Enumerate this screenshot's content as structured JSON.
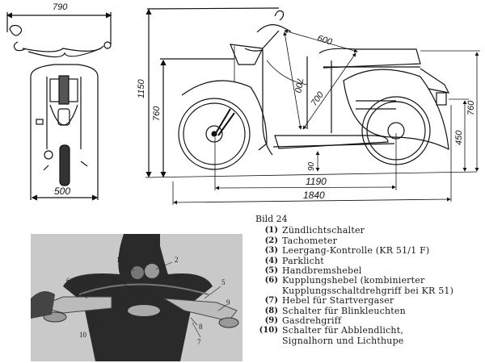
{
  "front_view": {
    "dim_width_top": "790",
    "dim_width_bottom": "500"
  },
  "side_view": {
    "dim_total_height": "1150",
    "dim_tank_height": "760",
    "dim_handlebar_seat": "600",
    "dim_handlebar_floor": "700",
    "dim_seat_floor": "700",
    "dim_ground_clearance": "90",
    "dim_wheelbase": "1190",
    "dim_total_length": "1840",
    "dim_light_height": "450",
    "dim_seat_height": "760"
  },
  "photo": {
    "callouts": [
      "1",
      "2",
      "3",
      "4",
      "5",
      "6",
      "7",
      "8",
      "9",
      "10"
    ]
  },
  "caption": {
    "title": "Bild 24",
    "items": [
      {
        "num": "(1)",
        "text": "Zündlichtschalter"
      },
      {
        "num": "(2)",
        "text": "Tachometer"
      },
      {
        "num": "(3)",
        "text": "Leergang-Kontrolle (KR 51/1 F)"
      },
      {
        "num": "(4)",
        "text": "Parklicht"
      },
      {
        "num": "(5)",
        "text": "Handbremshebel"
      },
      {
        "num": "(6)",
        "text": "Kupplungshebel (kombinierter",
        "text2": "Kupplungsschaltdrehgriff bei KR 51)"
      },
      {
        "num": "(7)",
        "text": "Hebel für Startvergaser"
      },
      {
        "num": "(8)",
        "text": "Schalter für Blinkleuchten"
      },
      {
        "num": "(9)",
        "text": "Gasdrehgriff"
      },
      {
        "num": "(10)",
        "text": "Schalter für Abblendlicht,",
        "text2": "Signalhorn und Lichthupe"
      }
    ]
  }
}
